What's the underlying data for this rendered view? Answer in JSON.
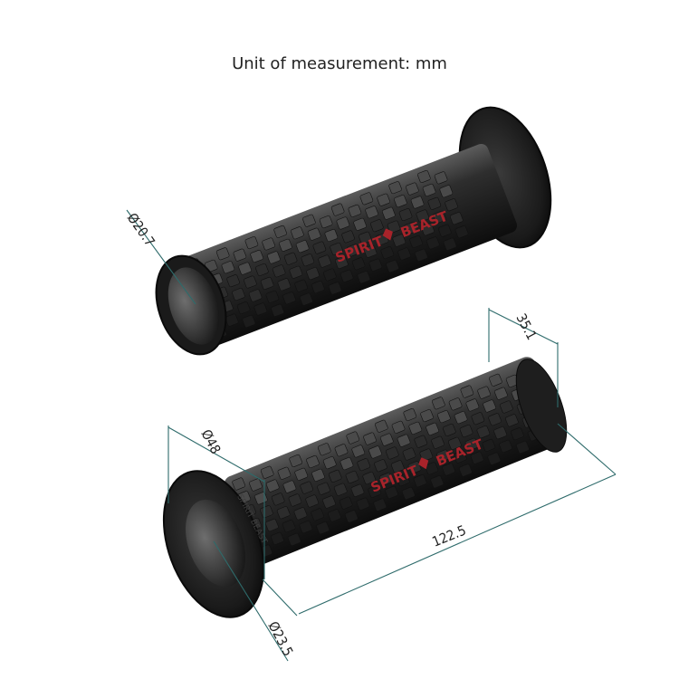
{
  "caption": {
    "text": "Unit of measurement: mm"
  },
  "brand": {
    "left": "SPIRIT",
    "right": "BEAST",
    "flange": "SPIRIT BEAST"
  },
  "dimensions": {
    "grip_inner_diameter": "Ø20.7",
    "flange_diameter": "Ø48",
    "end_diameter": "Ø23.5",
    "length": "122.5",
    "flange_offset": "35.1"
  },
  "colors": {
    "rubber": "#2b2b2b",
    "rubber_dark": "#141414",
    "rubber_light": "#5a5a5a",
    "brand_red": "#a8232a",
    "dimension_line": "#2e6b6b"
  }
}
